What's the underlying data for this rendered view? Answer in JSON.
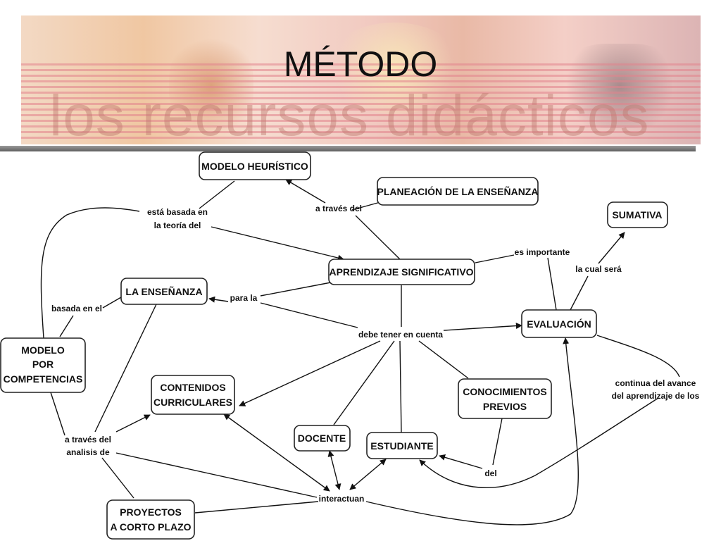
{
  "slide": {
    "title": "MÉTODO",
    "banner_watermark": "los recursos didácticos"
  },
  "nodes": {
    "modelo_heuristico": "MODELO HEURÍSTICO",
    "planeacion": "PLANEACIÓN DE LA ENSEÑANZA",
    "sumativa": "SUMATIVA",
    "aprendizaje": "APRENDIZAJE SIGNIFICATIVO",
    "la_ensenanza": "LA ENSEÑANZA",
    "evaluacion": "EVALUACIÓN",
    "modelo_competencias": [
      "MODELO",
      "POR",
      "COMPETENCIAS"
    ],
    "contenidos": [
      "CONTENIDOS",
      "CURRICULARES"
    ],
    "conocimientos": [
      "CONOCIMIENTOS",
      "PREVIOS"
    ],
    "docente": "DOCENTE",
    "estudiante": "ESTUDIANTE",
    "proyectos": [
      "PROYECTOS",
      "A CORTO PLAZO"
    ]
  },
  "links": {
    "esta_basada": [
      "está basada en",
      "la teoría del"
    ],
    "a_traves_del": "a través del",
    "es_importante": "es importante",
    "la_cual_sera": "la cual será",
    "para_la": "para la",
    "basada_en_el": "basada en el",
    "debe_tener": "debe tener en cuenta",
    "continua": [
      "continua del avance",
      "del aprendizaje de los"
    ],
    "a_traves_analisis": [
      "a través del",
      "analisis de"
    ],
    "del": "del",
    "interactuan": "interactuan"
  }
}
